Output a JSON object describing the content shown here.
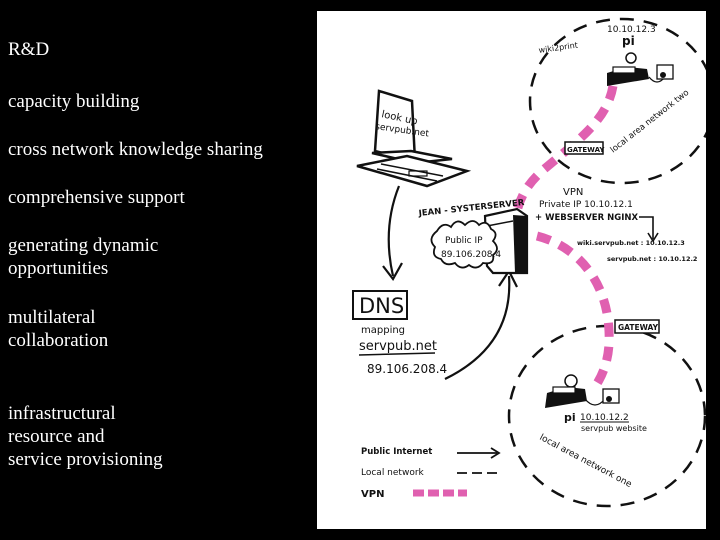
{
  "bullets": {
    "items": [
      {
        "lines": [
          "R&D"
        ]
      },
      {
        "lines": [
          "capacity building"
        ]
      },
      {
        "lines": [
          "cross network knowledge sharing"
        ]
      },
      {
        "lines": [
          "comprehensive support"
        ]
      },
      {
        "lines": [
          "generating dynamic",
          "opportunities"
        ]
      },
      {
        "lines": [
          "multilateral",
          "collaboration"
        ]
      },
      {
        "lines": [
          "infrastructural",
          "resource and",
          "service provisioning"
        ]
      }
    ]
  },
  "diagram": {
    "colors": {
      "vpn": "#e060b0",
      "ink": "#111111",
      "background": "#ffffff"
    },
    "laptop": {
      "icon": "laptop-icon",
      "screen_text_1": "look up",
      "screen_text_2": "servpub.net"
    },
    "server": {
      "icon": "server-icon",
      "name": "JEAN - SYSTERSERVER",
      "public_ip_label": "Public IP",
      "public_ip": "89.106.208.4",
      "vpn_label": "VPN",
      "private_ip": "Private IP 10.10.12.1",
      "webserver": "+ WEBSERVER NGINX",
      "routes": [
        "wiki.servpub.net : 10.10.12.3",
        "servpub.net : 10.10.12.2"
      ]
    },
    "dns": {
      "title": "DNS",
      "mapping": "mapping",
      "domain": "servpub.net",
      "ip": "89.106.208.4"
    },
    "network_two": {
      "ip": "10.10.12.3",
      "device": "pi",
      "service": "wiki2print",
      "gateway": "GATEWAY",
      "label": "local area network two",
      "icon": "raspberry-pi-icon"
    },
    "network_one": {
      "ip": "10.10.12.2",
      "device": "pi",
      "service": "servpub website",
      "gateway": "GATEWAY",
      "label": "local area network one",
      "icon": "raspberry-pi-icon"
    },
    "legend": {
      "items": [
        {
          "label": "Public Internet",
          "style": "arrow"
        },
        {
          "label": "Local network",
          "style": "dashed"
        },
        {
          "label": "VPN",
          "style": "vpn"
        }
      ]
    }
  }
}
